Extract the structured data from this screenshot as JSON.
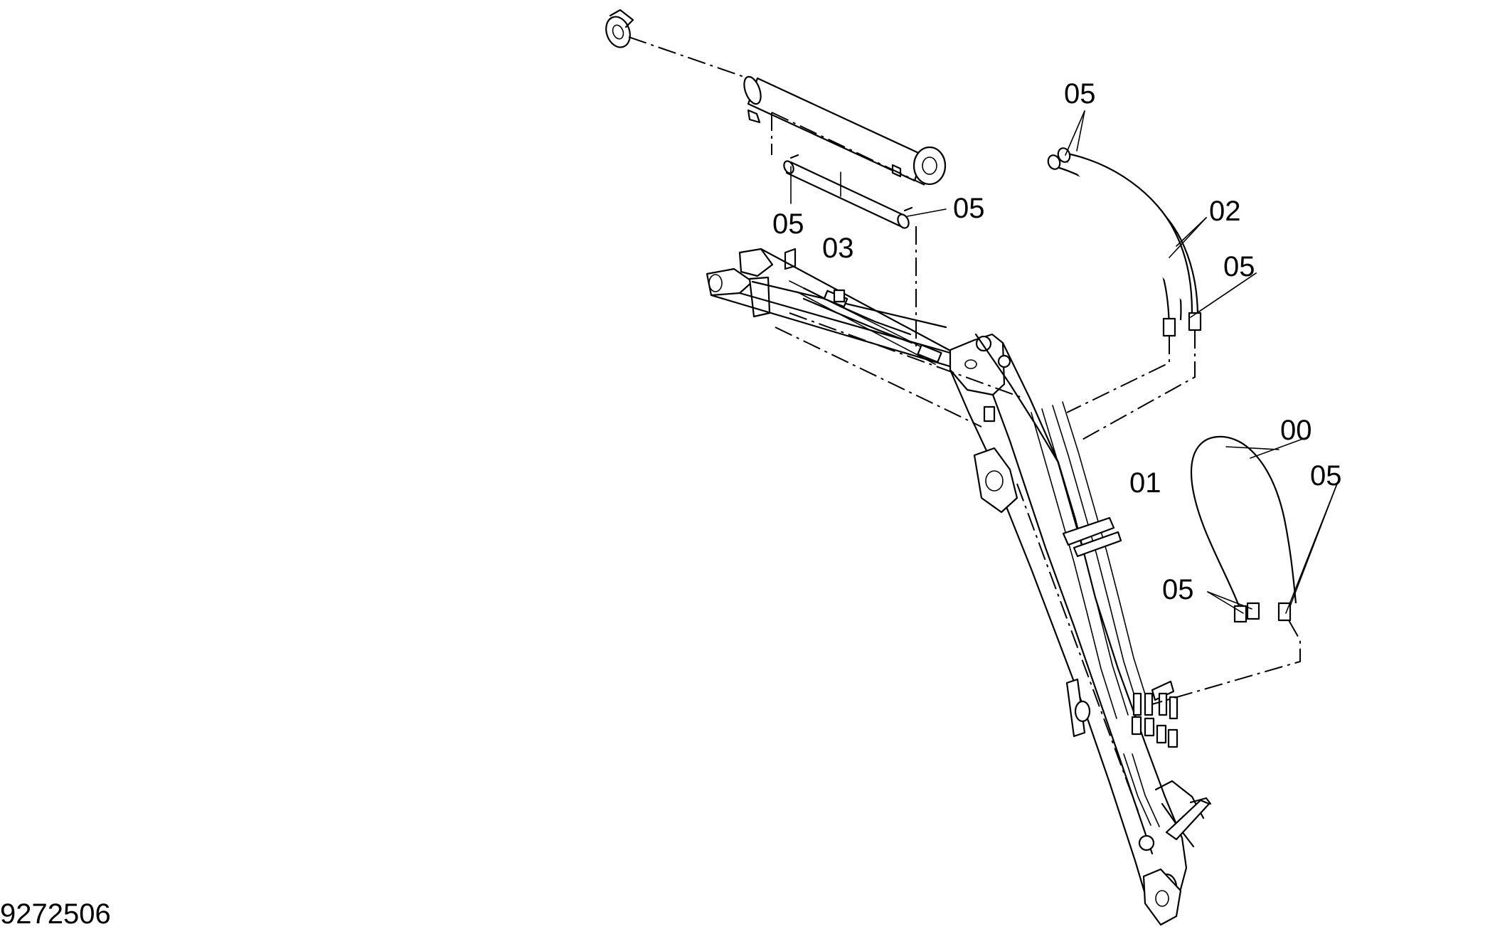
{
  "drawing_number": "9272506",
  "callouts": {
    "c00": "00",
    "c01": "01",
    "c02": "02",
    "c03": "03",
    "c05_hose_top": "05",
    "c05_pipe_left": "05",
    "c05_pipe_right": "05",
    "c05_hose02_bottom": "05",
    "c05_hose00_right": "05",
    "c05_hose01_bottom": "05"
  }
}
